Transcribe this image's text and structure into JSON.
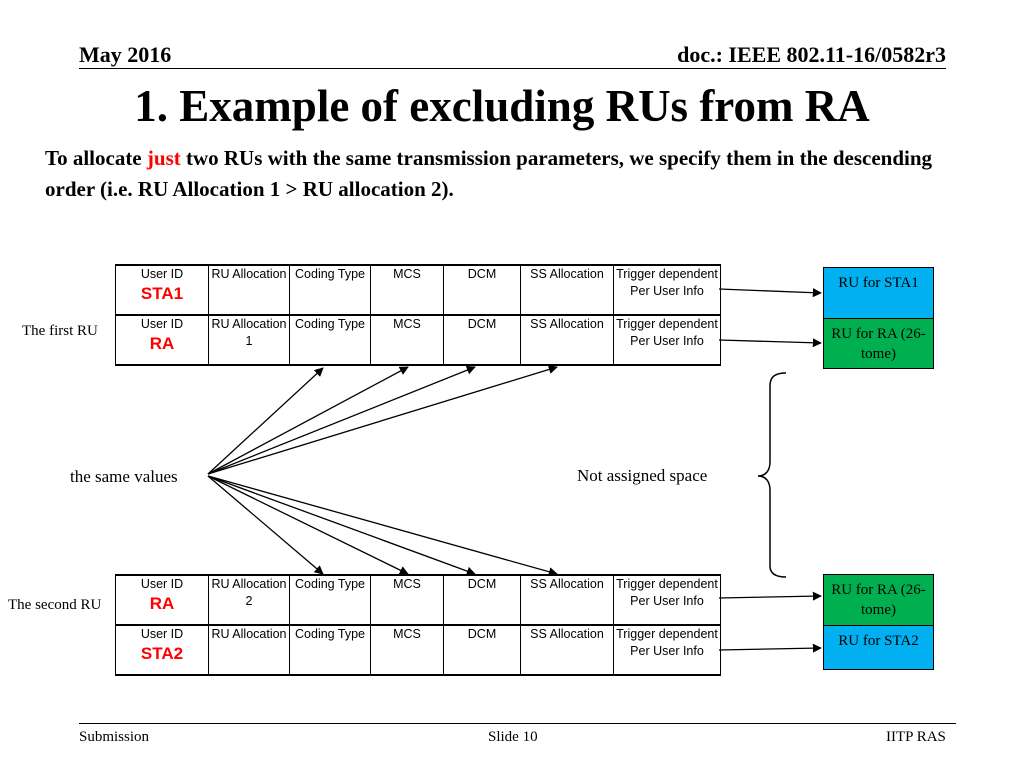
{
  "header": {
    "date": "May 2016",
    "doc": "doc.: IEEE 802.11-16/0582r3"
  },
  "title": "1. Example of excluding RUs from RA",
  "body": {
    "before": "To allocate ",
    "highlight": "just",
    "after": " two RUs with the same transmission parameters, we specify them in the descending order (i.e. RU Allocation 1 > RU allocation 2)."
  },
  "colors": {
    "highlight": "#ff0000",
    "sta_box": "#00b0f0",
    "ra_box": "#00b050"
  },
  "group_top": {
    "rows": [
      {
        "user_id": "User ID",
        "user_value": "STA1",
        "ru": "RU Allocation",
        "coding": "Coding Type",
        "mcs": "MCS",
        "dcm": "DCM",
        "ss": "SS Allocation",
        "trigger": "Trigger dependent Per User Info"
      },
      {
        "user_id": "User ID",
        "user_value": "RA",
        "ru": "RU Allocation 1",
        "coding": "Coding Type",
        "mcs": "MCS",
        "dcm": "DCM",
        "ss": "SS Allocation",
        "trigger": "Trigger dependent Per User Info"
      }
    ],
    "side_label": "The first RU"
  },
  "group_bottom": {
    "rows": [
      {
        "user_id": "User ID",
        "user_value": "RA",
        "ru": "RU Allocation 2",
        "coding": "Coding Type",
        "mcs": "MCS",
        "dcm": "DCM",
        "ss": "SS Allocation",
        "trigger": "Trigger dependent Per User Info"
      },
      {
        "user_id": "User ID",
        "user_value": "STA2",
        "ru": "RU Allocation",
        "coding": "Coding Type",
        "mcs": "MCS",
        "dcm": "DCM",
        "ss": "SS Allocation",
        "trigger": "Trigger dependent Per User Info"
      }
    ],
    "side_label": "The second RU"
  },
  "labels": {
    "same_values": "the same values",
    "not_assigned": "Not assigned space"
  },
  "boxes": {
    "ru_sta1": "RU for STA1",
    "ru_ra_top": "RU for RA (26-tome)",
    "ru_ra_bottom": "RU for RA (26-tome)",
    "ru_sta2": "RU for STA2"
  },
  "footer": {
    "left": "Submission",
    "center": "Slide 10",
    "right": "IITP RAS"
  }
}
